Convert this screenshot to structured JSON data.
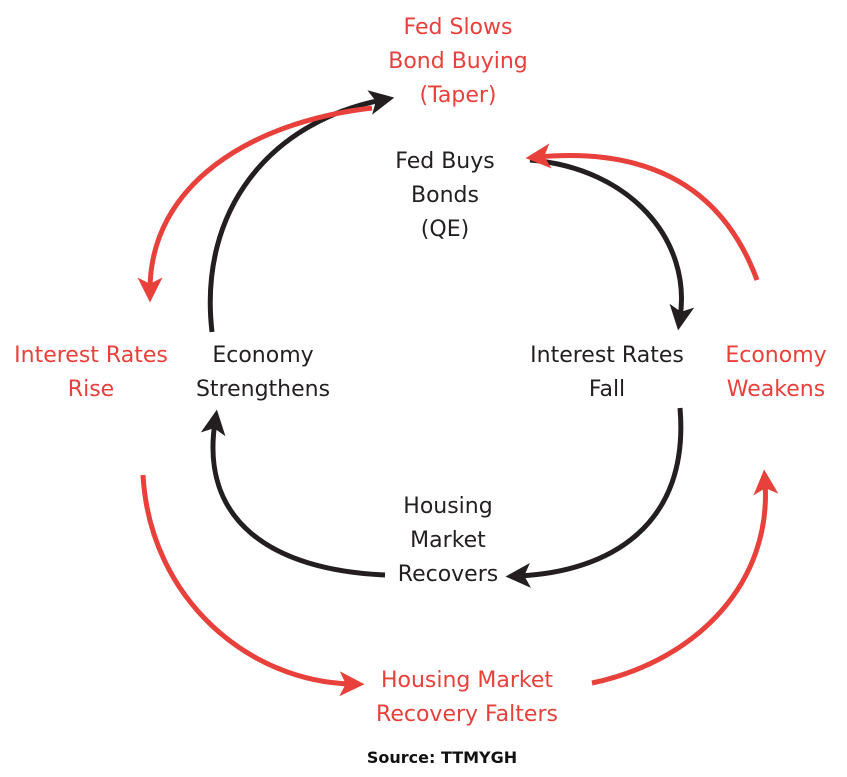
{
  "colors": {
    "red": "#e8403a",
    "black": "#231f20"
  },
  "inner_cycle": {
    "fed_buys": [
      "Fed Buys",
      "Bonds",
      "(QE)"
    ],
    "rates_fall": [
      "Interest Rates",
      "Fall"
    ],
    "housing_recovers": [
      "Housing",
      "Market",
      "Recovers"
    ],
    "economy_strengthens": [
      "Economy",
      "Strengthens"
    ]
  },
  "outer_cycle": {
    "fed_slows": [
      "Fed Slows",
      "Bond Buying",
      "(Taper)"
    ],
    "economy_weakens": [
      "Economy",
      "Weakens"
    ],
    "housing_falters": [
      "Housing Market",
      "Recovery Falters"
    ],
    "rates_rise": [
      "Interest Rates",
      "Rise"
    ]
  },
  "source": "Source: TTMYGH"
}
